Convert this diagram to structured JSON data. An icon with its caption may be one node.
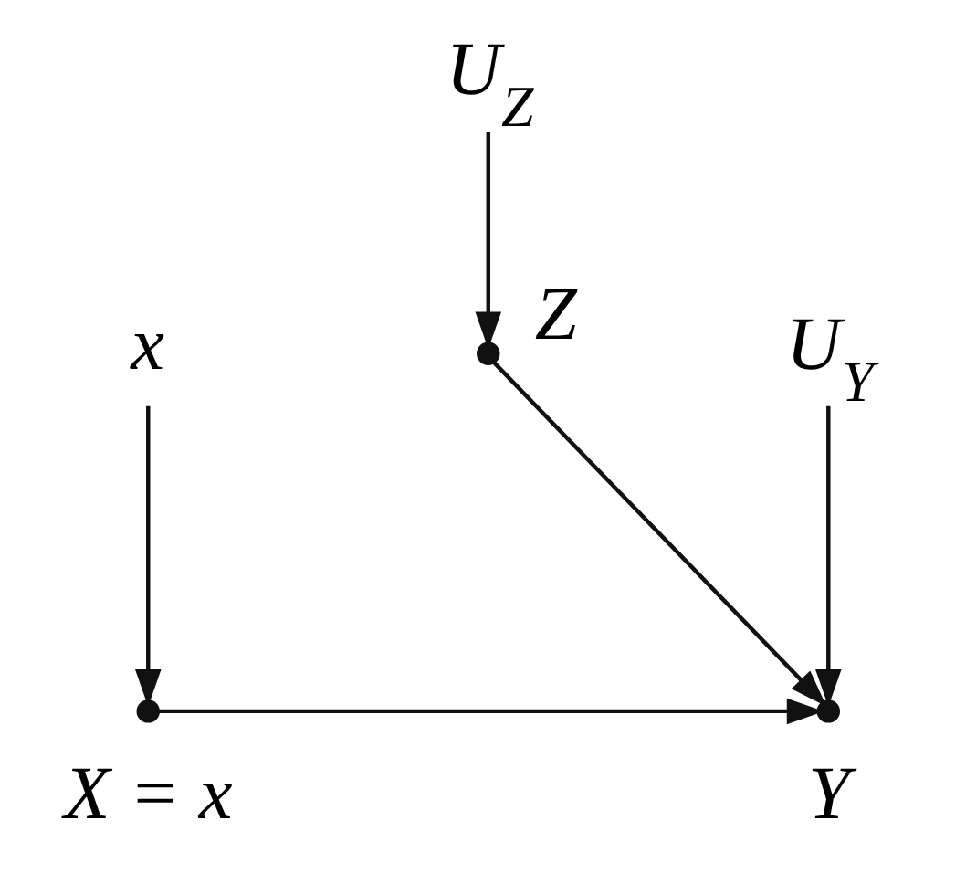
{
  "diagram": {
    "nodes": [
      {
        "text": [
          "U$_{Z}$"
        ]
      },
      {
        "text": [],
        "shape": "circle",
        "beside": [
          "Z"
        ]
      },
      {
        "text": [
          "U$_{Y}$"
        ]
      },
      {
        "text": [
          "x"
        ]
      },
      {
        "text": [],
        "shape": "circle",
        "beside": [
          "X = x"
        ]
      },
      {
        "text": [],
        "shape": "circle",
        "beside": [
          "Y"
        ]
      }
    ],
    "edges": [
      {
        "from": 0,
        "to": 1,
        "arrow": "to"
      },
      {
        "from": 1,
        "to": 5,
        "arrow": "to"
      },
      {
        "from": 2,
        "to": 5,
        "arrow": "to"
      },
      {
        "from": 3,
        "to": 4,
        "arrow": "to"
      },
      {
        "from": 4,
        "to": 5,
        "arrow": "to"
      }
    ]
  }
}
